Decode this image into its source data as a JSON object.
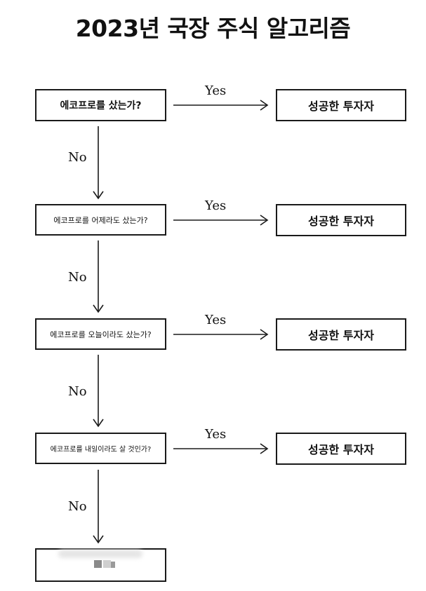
{
  "title": "2023년 국장 주식 알고리즘",
  "questions": [
    "에코프로를 샀는가?",
    "에코프로를 어제라도 샀는가?",
    "에코프로를 오늘이라도 샀는가?",
    "에코프로를 내일이라도 살 것인가?"
  ],
  "result_label": "성공한 투자자",
  "yes_label": "Yes",
  "no_label": "No",
  "final_box_text": "",
  "colors": {
    "line": "#1a1a1a",
    "background": "#ffffff",
    "text": "#111111"
  }
}
